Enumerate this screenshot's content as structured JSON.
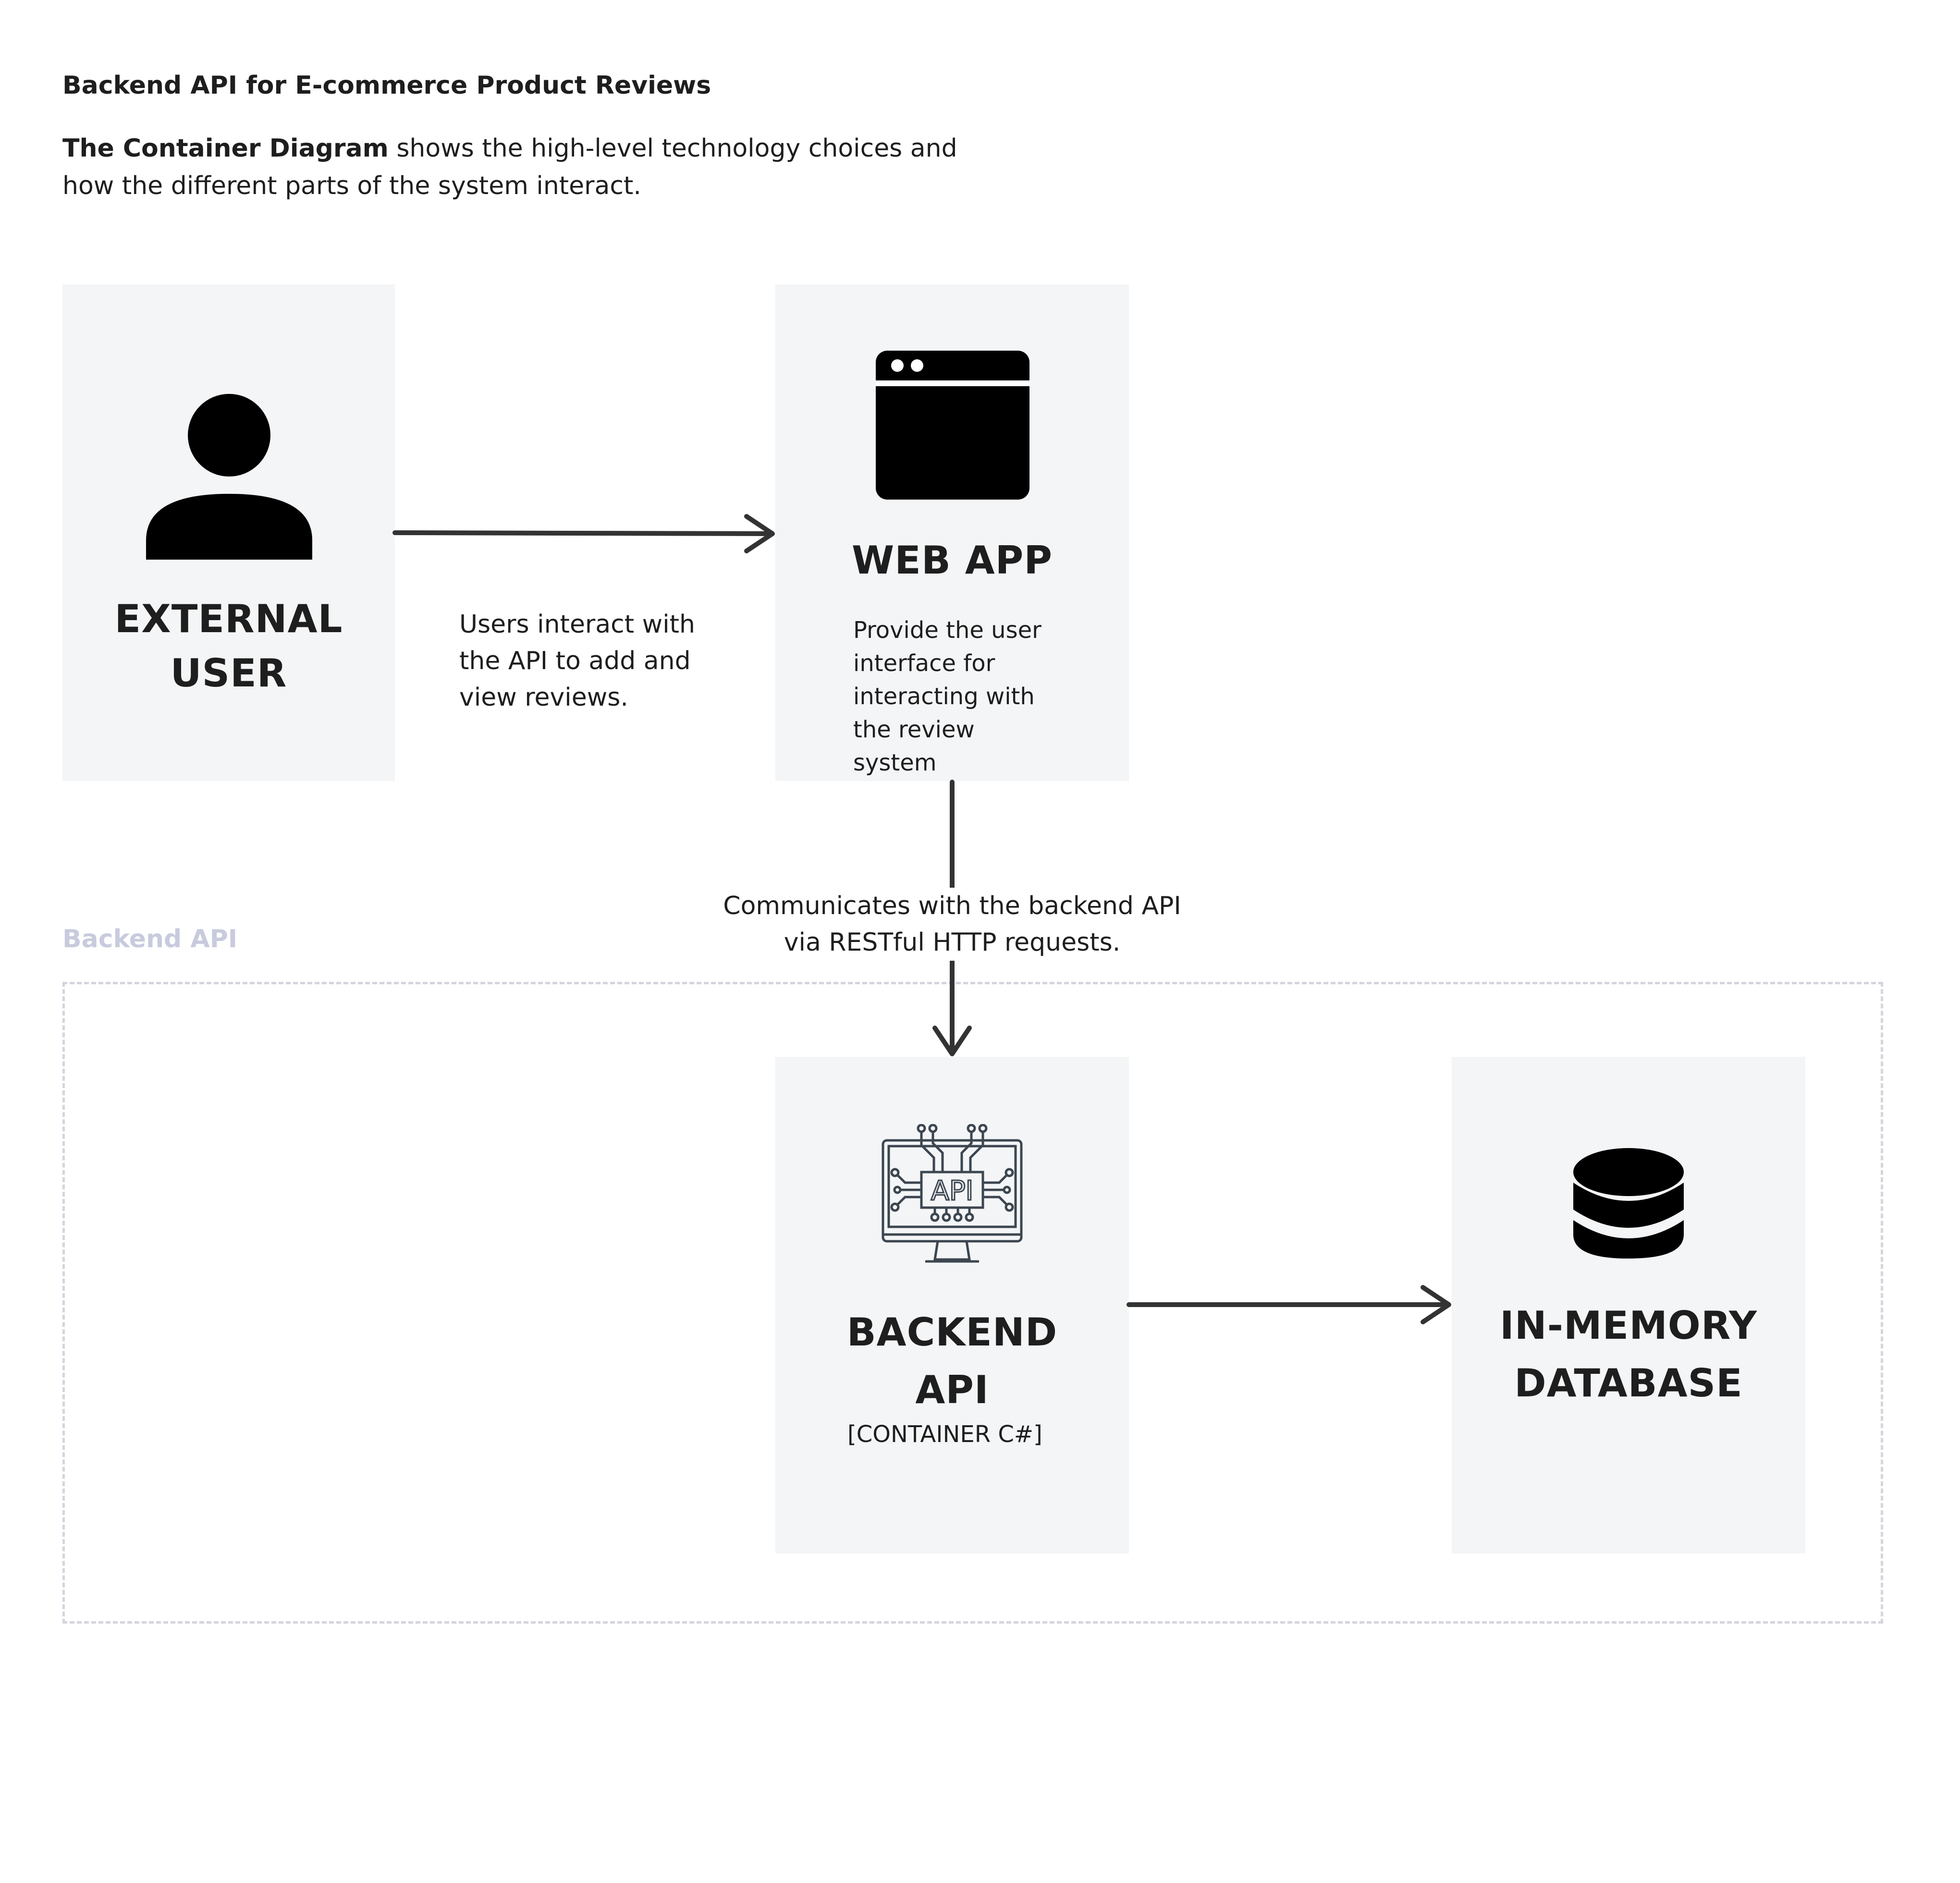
{
  "header": {
    "title": "Backend API for E-commerce Product Reviews",
    "intro_bold": "The Container Diagram",
    "intro_rest": " shows the high-level technology choices and how the different parts of the system interact."
  },
  "boundary": {
    "label": "Backend API"
  },
  "nodes": {
    "external_user": {
      "title_line1": "EXTERNAL",
      "title_line2": "USER",
      "icon": "person-icon"
    },
    "web_app": {
      "title": "WEB APP",
      "description": "Provide the user interface for interacting with the review system",
      "icon": "browser-window-icon"
    },
    "backend_api": {
      "title_line1": "BACKEND",
      "title_line2": "API",
      "tech": "[CONTAINER C#]",
      "icon": "api-monitor-icon",
      "icon_text": "API"
    },
    "database": {
      "title_line1": "IN-MEMORY",
      "title_line2": "DATABASE",
      "icon": "database-icon"
    }
  },
  "edges": {
    "user_to_webapp": "Users interact with the API to add and view reviews.",
    "webapp_to_api": "Communicates with the backend API via RESTful HTTP requests."
  },
  "colors": {
    "box_fill": "#f4f5f7",
    "arrow": "#333333",
    "boundary_border": "#d3d5de",
    "boundary_label": "#c8cbdd",
    "text": "#1e1e1e"
  }
}
